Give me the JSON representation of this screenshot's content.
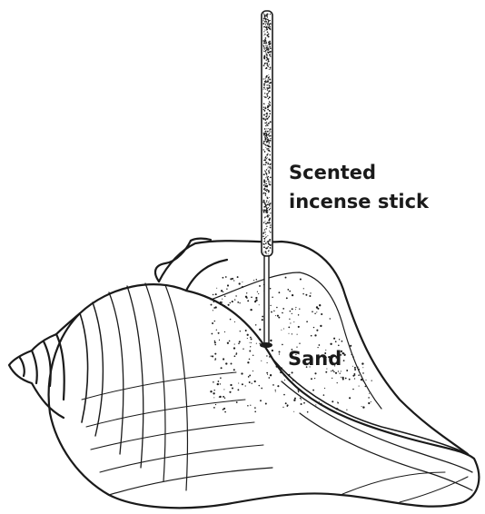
{
  "labels": {
    "incense_line1": "Scented",
    "incense_line2": "incense stick",
    "sand": "Sand"
  },
  "colors": {
    "ink": "#1a1a1a",
    "paper": "#ffffff"
  }
}
